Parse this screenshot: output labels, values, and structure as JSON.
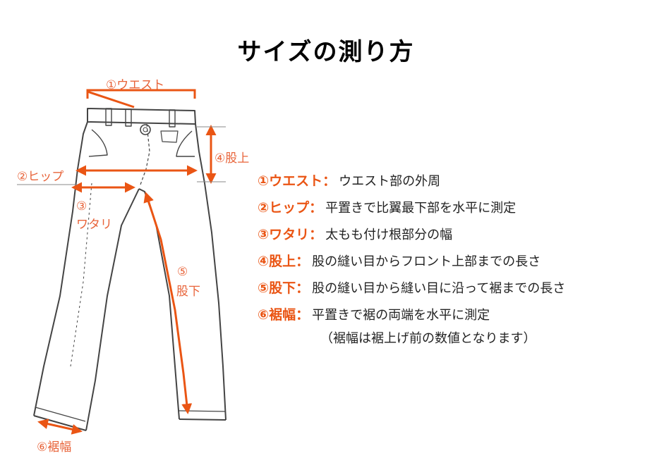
{
  "title": "サイズの測り方",
  "diagram_labels": {
    "waist": "①ウエスト",
    "hip": "②ヒップ",
    "thigh_num": "③",
    "thigh": "ワタリ",
    "rise": "④股上",
    "inseam_num": "⑤",
    "inseam": "股下",
    "hem": "⑥裾幅"
  },
  "legend": [
    {
      "key": "①ウエスト",
      "colon": "：",
      "desc": "ウエスト部の外周"
    },
    {
      "key": "②ヒップ",
      "colon": "：",
      "desc": "平置きで比翼最下部を水平に測定"
    },
    {
      "key": "③ワタリ",
      "colon": "：",
      "desc": "太もも付け根部分の幅"
    },
    {
      "key": "④股上",
      "colon": "：",
      "desc": "股の縫い目からフロント上部までの長さ"
    },
    {
      "key": "⑤股下",
      "colon": "：",
      "desc": "股の縫い目から縫い目に沿って裾までの長さ"
    },
    {
      "key": "⑥裾幅",
      "colon": "：",
      "desc": "平置きで裾の両端を水平に測定"
    }
  ],
  "legend_note": "（裾幅は裾上げ前の数値となります）",
  "colors": {
    "accent": "#ea5514",
    "line": "#444444"
  }
}
